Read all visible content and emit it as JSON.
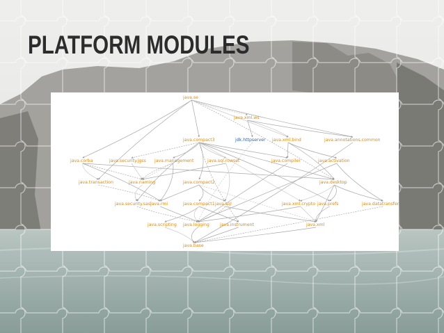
{
  "slide": {
    "title": "PLATFORM MODULES"
  },
  "diagram": {
    "nodes": [
      {
        "id": "java.se",
        "label": "java.se",
        "color": "#d98a17"
      },
      {
        "id": "java.xml.ws",
        "label": "java.xml.ws",
        "color": "#d98a17"
      },
      {
        "id": "java.compact3",
        "label": "java.compact3",
        "color": "#d98a17"
      },
      {
        "id": "jdk.httpserver",
        "label": "jdk.httpserver",
        "color": "#3a5f9e"
      },
      {
        "id": "java.xml.bind",
        "label": "java.xml.bind",
        "color": "#d98a17"
      },
      {
        "id": "java.annotations.common",
        "label": "java.annotations.common",
        "color": "#d98a17"
      },
      {
        "id": "java.corba",
        "label": "java.corba",
        "color": "#d98a17"
      },
      {
        "id": "java.security.jgss",
        "label": "java.security.jgss",
        "color": "#d98a17"
      },
      {
        "id": "java.management",
        "label": "java.management",
        "color": "#d98a17"
      },
      {
        "id": "java.sql.rowset",
        "label": "java.sql.rowset",
        "color": "#d98a17"
      },
      {
        "id": "java.compiler",
        "label": "java.compiler",
        "color": "#d98a17"
      },
      {
        "id": "java.activation",
        "label": "java.activation",
        "color": "#d98a17"
      },
      {
        "id": "java.transaction",
        "label": "java.transaction",
        "color": "#d98a17"
      },
      {
        "id": "java.naming",
        "label": "java.naming",
        "color": "#d98a17"
      },
      {
        "id": "java.compact2",
        "label": "java.compact2",
        "color": "#d98a17"
      },
      {
        "id": "java.desktop",
        "label": "java.desktop",
        "color": "#d98a17"
      },
      {
        "id": "java.security.sasl",
        "label": "java.security.sasl",
        "color": "#d98a17"
      },
      {
        "id": "java.rmi",
        "label": "java.rmi",
        "color": "#d98a17"
      },
      {
        "id": "java.compact1",
        "label": "java.compact1",
        "color": "#d98a17"
      },
      {
        "id": "java.sql",
        "label": "java.sql",
        "color": "#d98a17"
      },
      {
        "id": "java.xml.crypto",
        "label": "java.xml.crypto",
        "color": "#d98a17"
      },
      {
        "id": "java.prefs",
        "label": "java.prefs",
        "color": "#d98a17"
      },
      {
        "id": "java.datatransfer",
        "label": "java.datatransfer",
        "color": "#d98a17"
      },
      {
        "id": "java.scripting",
        "label": "java.scripting",
        "color": "#d98a17"
      },
      {
        "id": "java.logging",
        "label": "java.logging",
        "color": "#d98a17"
      },
      {
        "id": "java.instrument",
        "label": "java.instrument",
        "color": "#d98a17"
      },
      {
        "id": "java.xml",
        "label": "java.xml",
        "color": "#d98a17"
      },
      {
        "id": "java.base",
        "label": "java.base",
        "color": "#d98a17"
      }
    ],
    "edges": [
      [
        "java.se",
        "java.xml.ws"
      ],
      [
        "java.se",
        "java.compact3"
      ],
      [
        "java.se",
        "java.corba"
      ],
      [
        "java.se",
        "java.annotations.common"
      ],
      [
        "java.se",
        "java.xml.bind"
      ],
      [
        "java.se",
        "java.desktop"
      ],
      [
        "java.se",
        "java.transaction"
      ],
      [
        "java.xml.ws",
        "jdk.httpserver"
      ],
      [
        "java.xml.ws",
        "java.xml.bind"
      ],
      [
        "java.xml.ws",
        "java.annotations.common"
      ],
      [
        "java.compact3",
        "java.security.jgss"
      ],
      [
        "java.compact3",
        "java.management"
      ],
      [
        "java.compact3",
        "java.sql.rowset"
      ],
      [
        "java.compact3",
        "java.compiler"
      ],
      [
        "java.compact3",
        "java.compact2"
      ],
      [
        "java.compact3",
        "java.instrument"
      ],
      [
        "java.compact3",
        "java.xml.crypto"
      ],
      [
        "java.compact3",
        "java.prefs"
      ],
      [
        "java.compact3",
        "java.security.sasl"
      ],
      [
        "java.compact3",
        "java.desktop"
      ],
      [
        "java.compact3",
        "java.naming"
      ],
      [
        "java.xml.bind",
        "java.activation"
      ],
      [
        "java.xml.bind",
        "java.compiler"
      ],
      [
        "java.xml.bind",
        "java.desktop"
      ],
      [
        "java.corba",
        "java.transaction"
      ],
      [
        "java.corba",
        "java.naming"
      ],
      [
        "java.corba",
        "java.rmi"
      ],
      [
        "java.corba",
        "java.desktop"
      ],
      [
        "java.security.jgss",
        "java.naming"
      ],
      [
        "java.management",
        "java.rmi"
      ],
      [
        "java.management",
        "java.naming"
      ],
      [
        "java.sql.rowset",
        "java.naming"
      ],
      [
        "java.sql.rowset",
        "java.sql"
      ],
      [
        "java.activation",
        "java.datatransfer"
      ],
      [
        "java.activation",
        "java.logging"
      ],
      [
        "java.transaction",
        "java.rmi"
      ],
      [
        "java.naming",
        "java.security.sasl"
      ],
      [
        "java.compact2",
        "java.rmi"
      ],
      [
        "java.compact2",
        "java.compact1"
      ],
      [
        "java.compact2",
        "java.sql"
      ],
      [
        "java.compact2",
        "java.xml"
      ],
      [
        "java.desktop",
        "java.prefs"
      ],
      [
        "java.desktop",
        "java.datatransfer"
      ],
      [
        "java.desktop",
        "java.xml"
      ],
      [
        "java.desktop",
        "java.xml.crypto"
      ],
      [
        "java.security.sasl",
        "java.logging"
      ],
      [
        "java.rmi",
        "java.logging"
      ],
      [
        "java.compact1",
        "java.scripting"
      ],
      [
        "java.compact1",
        "java.logging"
      ],
      [
        "java.compact1",
        "java.instrument"
      ],
      [
        "java.sql",
        "java.logging"
      ],
      [
        "java.sql",
        "java.xml"
      ],
      [
        "java.xml.crypto",
        "java.xml"
      ],
      [
        "java.xml.crypto",
        "java.logging"
      ],
      [
        "java.prefs",
        "java.xml"
      ],
      [
        "java.datatransfer",
        "java.base"
      ],
      [
        "java.scripting",
        "java.base"
      ],
      [
        "java.logging",
        "java.base"
      ],
      [
        "java.instrument",
        "java.base"
      ],
      [
        "java.xml",
        "java.base"
      ],
      [
        "jdk.httpserver",
        "java.logging"
      ],
      [
        "java.compiler",
        "java.logging"
      ],
      [
        "java.annotations.common",
        "java.base"
      ]
    ]
  }
}
